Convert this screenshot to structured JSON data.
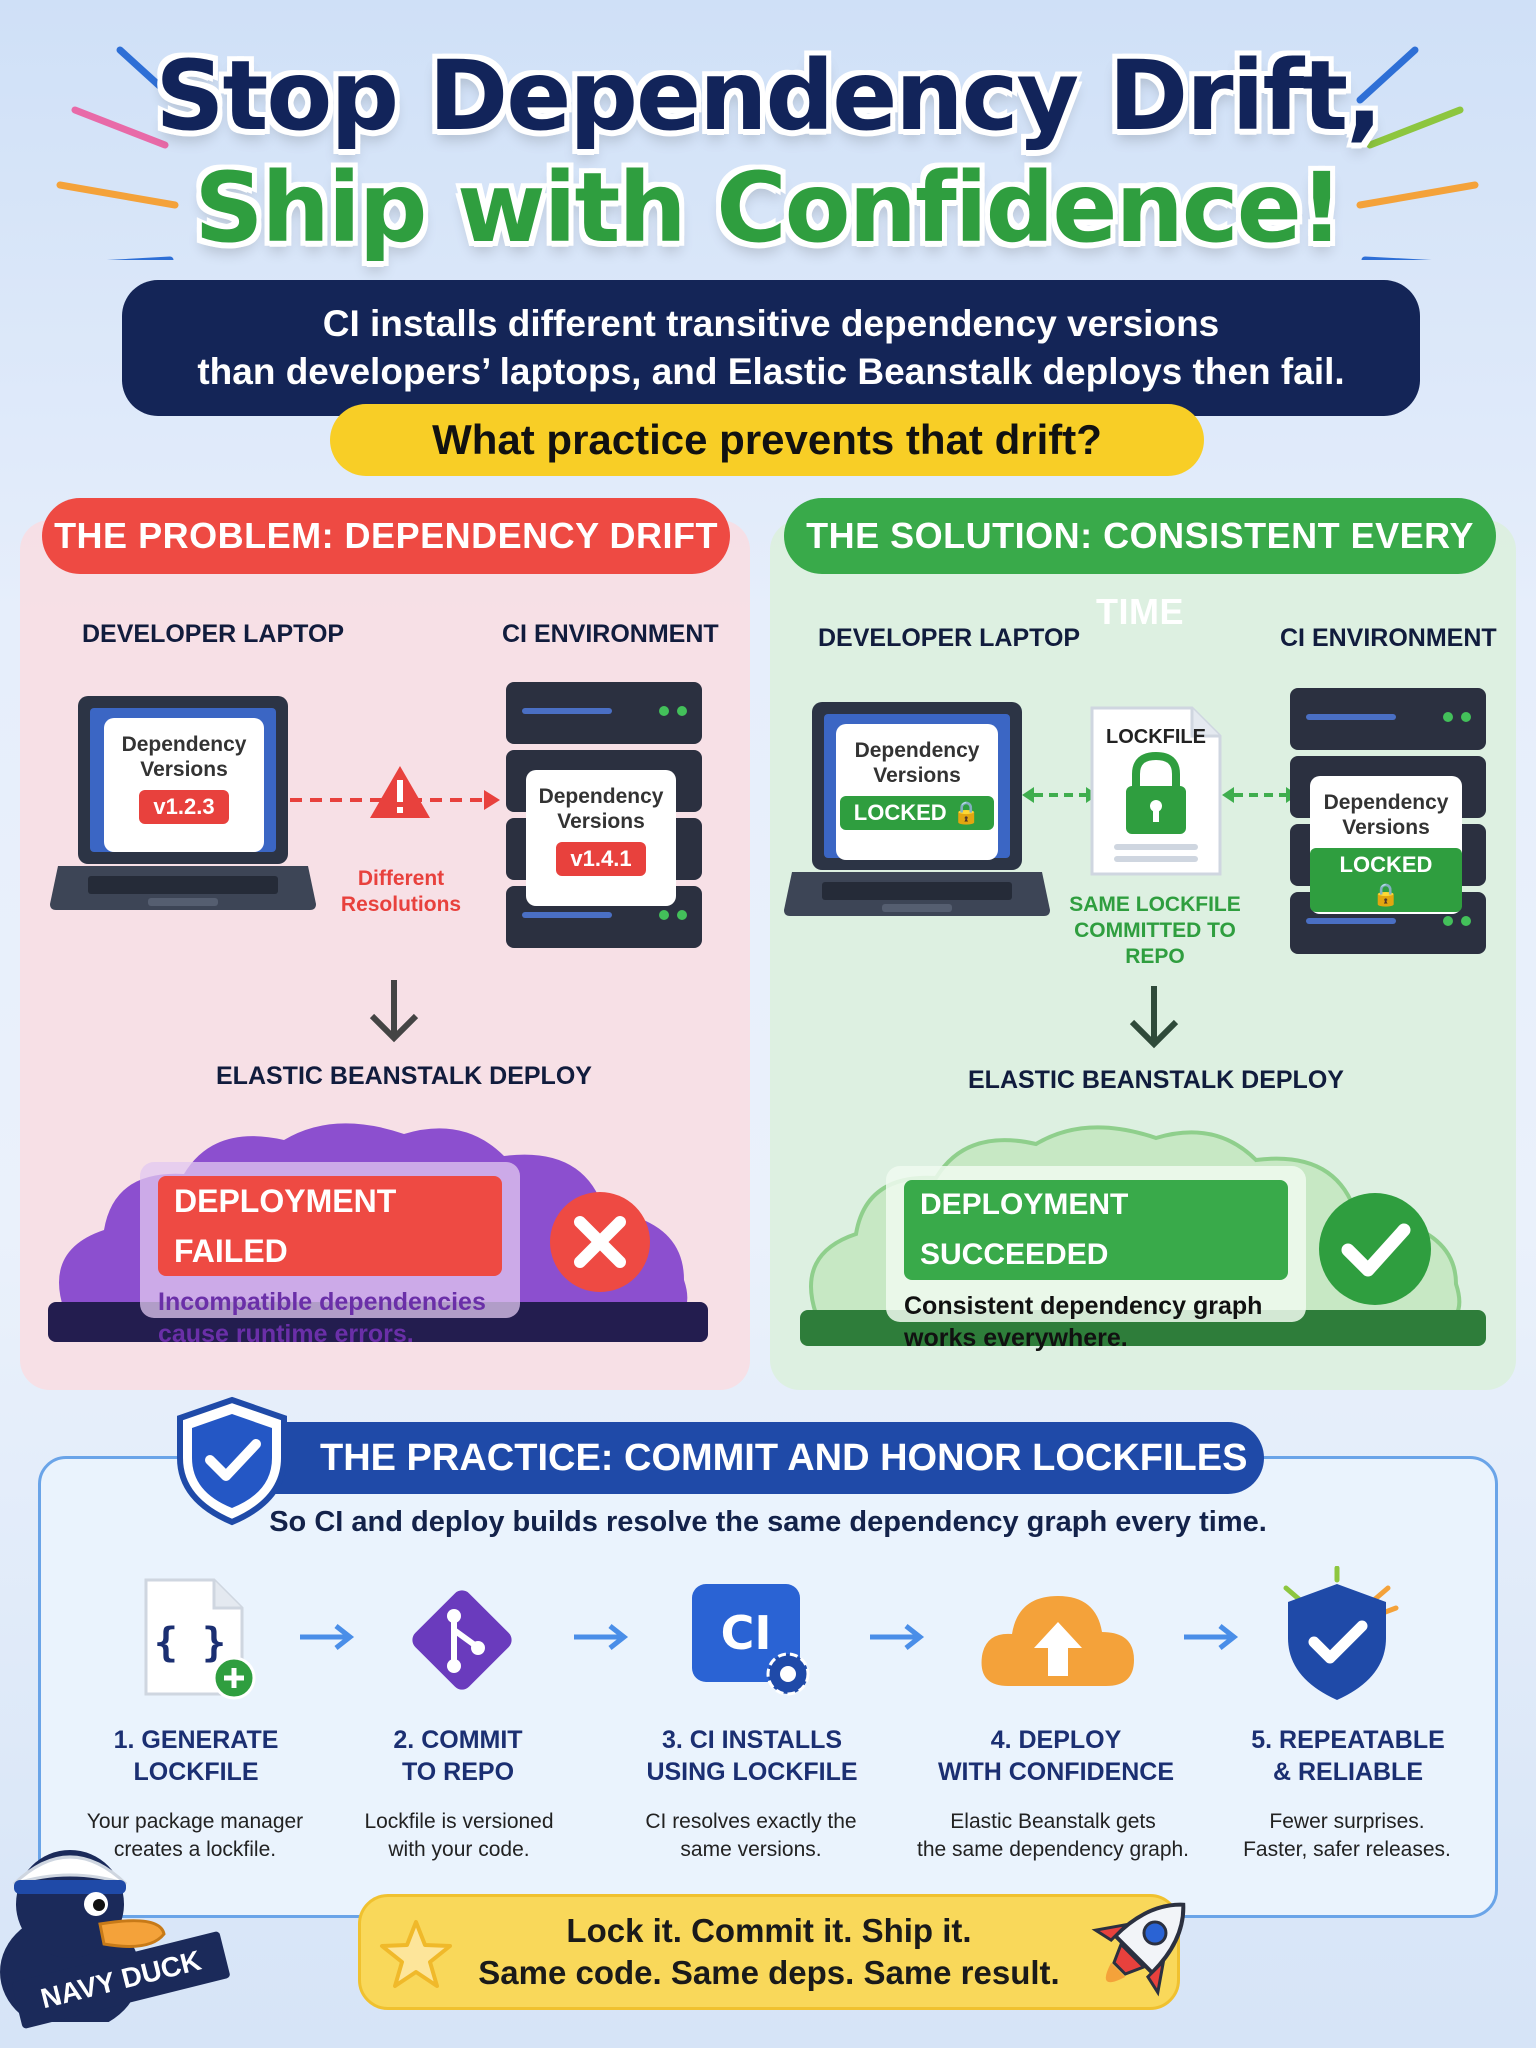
{
  "header": {
    "title_line1": "Stop Dependency Drift,",
    "title_line2": "Ship with Confidence!",
    "subtitle_line1": "CI installs different transitive dependency versions",
    "subtitle_line2": "than developers’ laptops, and Elastic Beanstalk deploys then fail.",
    "question": "What practice prevents that drift?"
  },
  "problem": {
    "title": "THE PROBLEM: DEPENDENCY DRIFT",
    "laptop_label": "DEVELOPER LAPTOP",
    "ci_label": "CI ENVIRONMENT",
    "laptop_card_title": "Dependency Versions",
    "laptop_version": "v1.2.3",
    "ci_card_title": "Dependency Versions",
    "ci_version": "v1.4.1",
    "warning_text": "Different Resolutions",
    "deploy_label": "ELASTIC BEANSTALK DEPLOY",
    "status": "DEPLOYMENT FAILED",
    "status_text": "Incompatible dependencies cause runtime errors."
  },
  "solution": {
    "title": "THE SOLUTION: CONSISTENT EVERY TIME",
    "laptop_label": "DEVELOPER LAPTOP",
    "ci_label": "CI ENVIRONMENT",
    "laptop_card_title": "Dependency Versions",
    "laptop_badge": "LOCKED",
    "ci_card_title": "Dependency Versions",
    "ci_badge": "LOCKED",
    "lockfile_label": "LOCKFILE",
    "lockfile_note": "SAME LOCKFILE COMMITTED TO REPO",
    "deploy_label": "ELASTIC BEANSTALK DEPLOY",
    "status": "DEPLOYMENT SUCCEEDED",
    "status_text": "Consistent dependency graph works everywhere."
  },
  "practice": {
    "title": "THE PRACTICE: COMMIT AND HONOR LOCKFILES",
    "subtitle": "So CI and deploy builds resolve the same dependency graph every time.",
    "steps": [
      {
        "title_line1": "1. GENERATE",
        "title_line2": "LOCKFILE",
        "desc_line1": "Your package manager",
        "desc_line2": "creates a lockfile.",
        "icon": "file-plus-icon"
      },
      {
        "title_line1": "2. COMMIT",
        "title_line2": "TO REPO",
        "desc_line1": "Lockfile is versioned",
        "desc_line2": "with your code.",
        "icon": "git-icon"
      },
      {
        "title_line1": "3. CI INSTALLS",
        "title_line2": "USING LOCKFILE",
        "desc_line1": "CI resolves exactly the",
        "desc_line2": "same versions.",
        "icon": "ci-gear-icon",
        "icon_text": "CI"
      },
      {
        "title_line1": "4. DEPLOY",
        "title_line2": "WITH CONFIDENCE",
        "desc_line1": "Elastic Beanstalk gets",
        "desc_line2": "the same dependency graph.",
        "icon": "cloud-upload-icon"
      },
      {
        "title_line1": "5. REPEATABLE",
        "title_line2": "& RELIABLE",
        "desc_line1": "Fewer surprises.",
        "desc_line2": "Faster, safer releases.",
        "icon": "shield-check-icon"
      }
    ]
  },
  "footer": {
    "line1": "Lock it. Commit it. Ship it.",
    "line2": "Same code. Same deps. Same result."
  },
  "mascot": {
    "label": "NAVY DUCK"
  },
  "colors": {
    "navy": "#142557",
    "green": "#2f9e3f",
    "red": "#ee4a43",
    "yellow": "#f8ce26",
    "blue": "#1f4aa8"
  }
}
